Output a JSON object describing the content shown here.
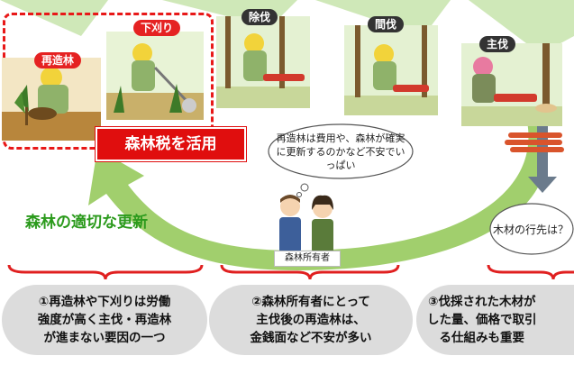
{
  "stages": {
    "replanting": "再造林",
    "weeding": "下刈り",
    "thinning_early": "除伐",
    "thinning": "間伐",
    "final_harvest": "主伐"
  },
  "tax_label": "森林税を活用",
  "renewal_label": "森林の適切な更新",
  "owner_thought": "再造林は費用や、森林が確実に更新するのかなど不安でいっぱい",
  "owner_label": "森林所有者",
  "timber_question": "木材の行先は？",
  "notes": [
    {
      "text": "①再造林や下刈りは労働\n強度が高く主伐・再造林\nが進まない要因の一つ"
    },
    {
      "text": "②森林所有者にとって\n主伐後の再造林は、\n金銭面など不安が多い"
    },
    {
      "text": "③伐採された木材が\nした量、価格で取引\nる仕組みも重要"
    }
  ],
  "colors": {
    "accent_red": "#e00e0e",
    "green_arrow": "#8bc34a",
    "renewal_green": "#2b9a1c",
    "note_gray": "#dcdcdc"
  }
}
